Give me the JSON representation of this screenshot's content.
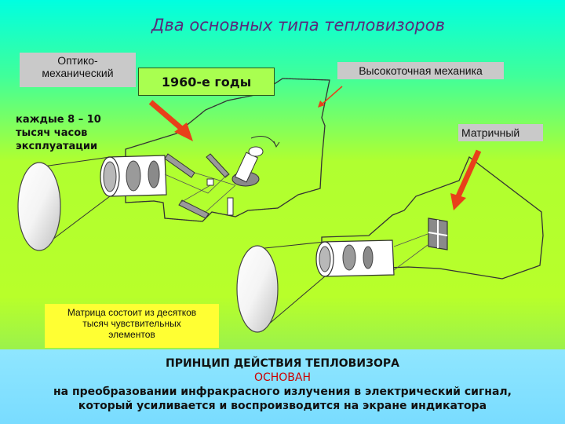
{
  "title": "Два основных типа тепловизоров",
  "labels": {
    "optomech": "Оптико-\nмеханический",
    "years": "1960-е годы",
    "precision": "Высокоточная механика",
    "matrix_type": "Матричный",
    "hours": "каждые 8 – 10\nтысяч часов\nэксплуатации",
    "matrix_note": "Матрица состоит из десятков\nтысяч чувствительных\nэлементов"
  },
  "footer": {
    "heading": "ПРИНЦИП ДЕЙСТВИЯ ТЕПЛОВИЗОРА",
    "based": "ОСНОВАН",
    "line1": "на преобразовании инфракрасного излучения в электрический сигнал,",
    "line2": "который усиливается и воспроизводится на экране индикатора"
  },
  "colors": {
    "arrow": "#e8401a",
    "title": "#5a2a7a",
    "footer_accent": "#cc0000"
  }
}
